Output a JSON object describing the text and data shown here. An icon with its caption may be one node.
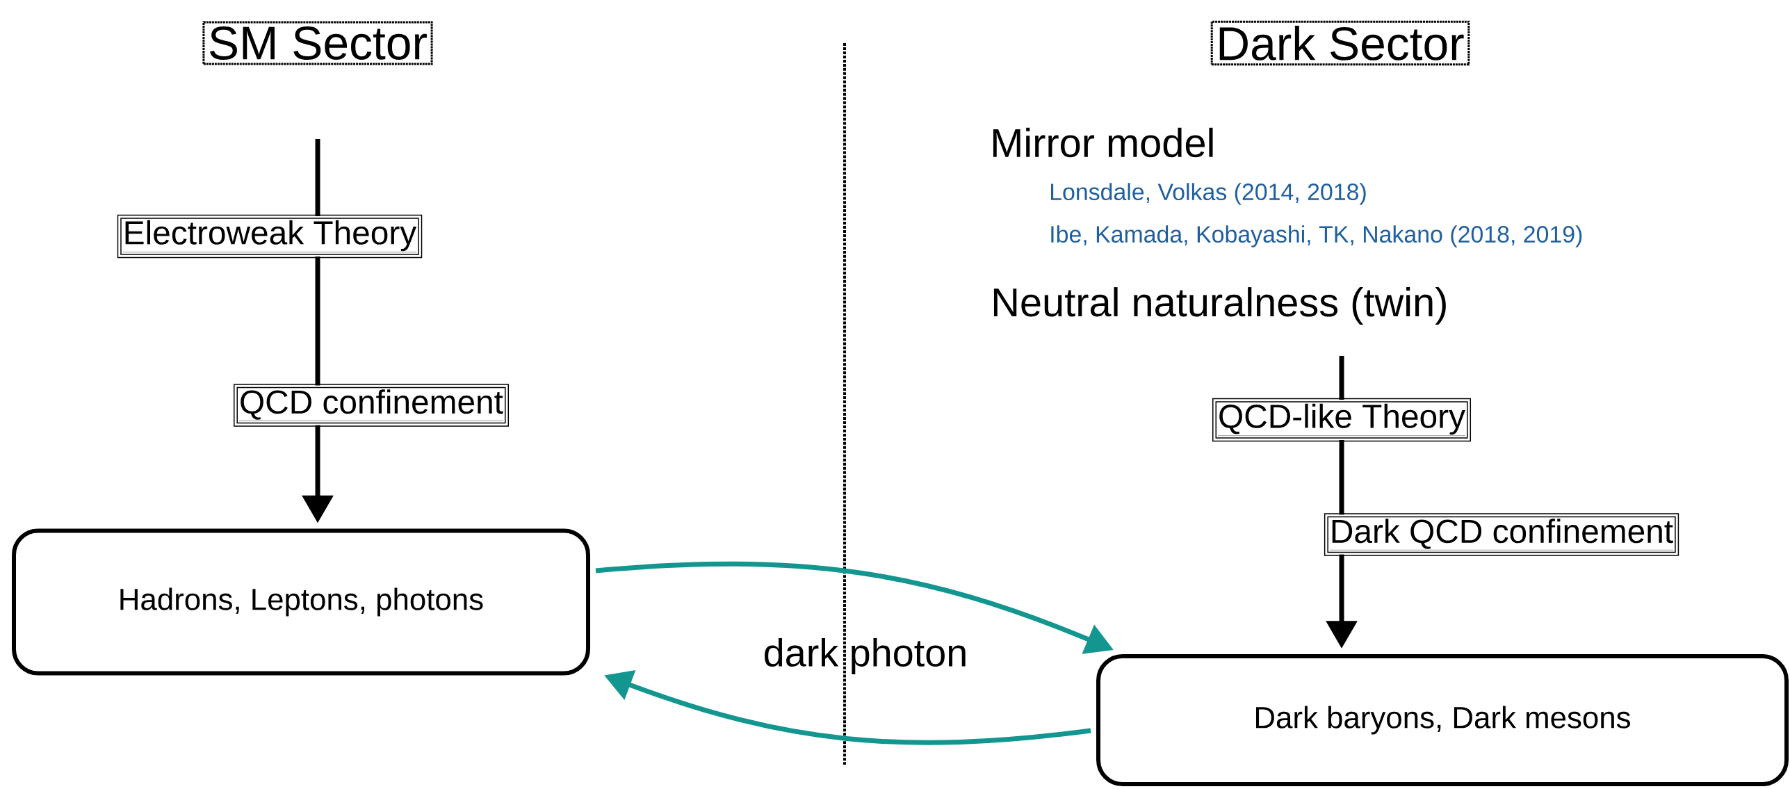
{
  "diagram": {
    "nodes": [
      {
        "text": [
          "SM Sector"
        ]
      },
      {
        "text": [
          "Dark Sector"
        ]
      },
      {
        "text": [
          "Electroweak Theory"
        ]
      },
      {
        "text": [
          "QCD confinement"
        ]
      },
      {
        "text": [
          "Hadrons, Leptons, photons"
        ]
      },
      {
        "text": [
          "Neutral naturalness (twin)"
        ]
      },
      {
        "text": [
          "QCD-like Theory"
        ]
      },
      {
        "text": [
          "Dark QCD confinement"
        ]
      },
      {
        "text": [
          "Dark baryons, Dark mesons"
        ]
      }
    ],
    "edges": [
      {
        "from": null,
        "to": 2,
        "arrow": "none"
      },
      {
        "from": 2,
        "to": 3,
        "arrow": "none"
      },
      {
        "from": 3,
        "to": 4,
        "arrow": "to"
      },
      {
        "from": 4,
        "to": 8,
        "arrow": "to",
        "color": "#13968f"
      },
      {
        "from": 8,
        "to": 4,
        "arrow": "to",
        "color": "#13968f"
      },
      {
        "from": 5,
        "to": 6,
        "arrow": "none"
      },
      {
        "from": 6,
        "to": 7,
        "arrow": "none"
      },
      {
        "from": 7,
        "to": 8,
        "arrow": "to"
      }
    ],
    "labels": [
      "Mirror model",
      "Lonsdale, Volkas (2014, 2018)",
      "Ibe, Kamada, Kobayashi, TK, Nakano (2018, 2019)",
      "dark photon"
    ]
  }
}
